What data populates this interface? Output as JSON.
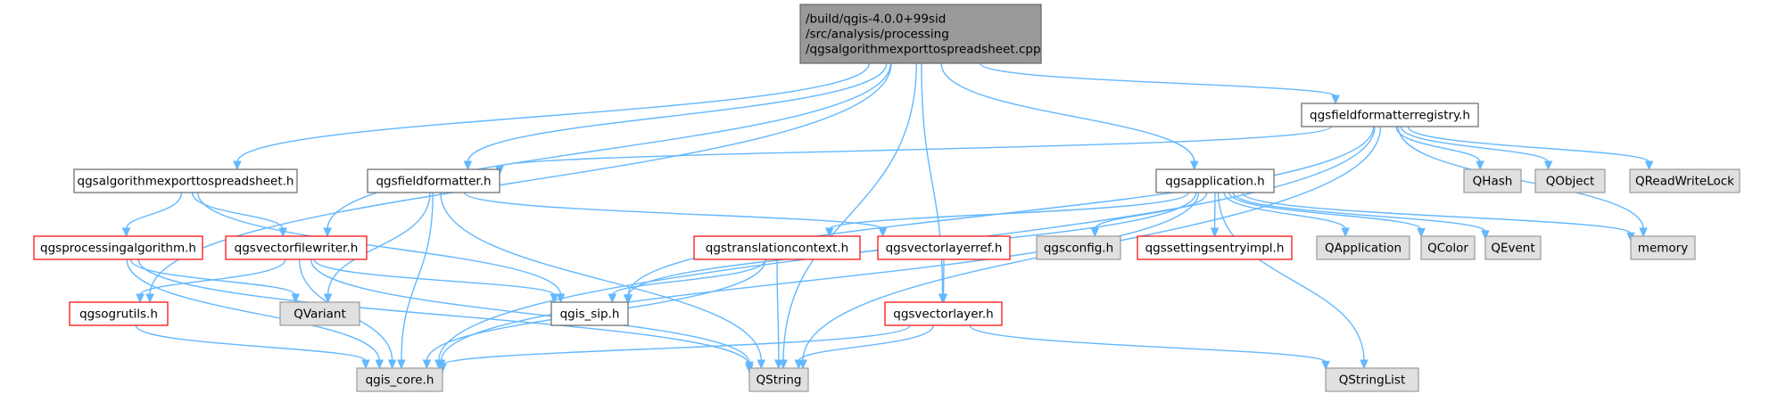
{
  "colors": {
    "edge": "#63b8ff",
    "root_fill": "#999999",
    "root_border": "#666666",
    "documented_border": "#666666",
    "missing_border": "#ff0000",
    "system_fill": "#e0e0e0",
    "system_border": "#999999"
  },
  "nodes": [
    {
      "id": "root",
      "lines": [
        "/build/qgis-4.0.0+99sid",
        "/src/analysis/processing",
        "/qgsalgorithmexporttospreadsheet.cpp"
      ],
      "style": "root"
    },
    {
      "id": "exporthdr",
      "lines": [
        "qgsalgorithmexporttospreadsheet.h"
      ],
      "style": "documented"
    },
    {
      "id": "fieldformatter",
      "lines": [
        "qgsfieldformatter.h"
      ],
      "style": "documented"
    },
    {
      "id": "fieldregistry",
      "lines": [
        "qgsfieldformatterregistry.h"
      ],
      "style": "documented"
    },
    {
      "id": "application",
      "lines": [
        "qgsapplication.h"
      ],
      "style": "documented"
    },
    {
      "id": "procalg",
      "lines": [
        "qgsprocessingalgorithm.h"
      ],
      "style": "missing"
    },
    {
      "id": "vfw",
      "lines": [
        "qgsvectorfilewriter.h"
      ],
      "style": "missing"
    },
    {
      "id": "transctx",
      "lines": [
        "qgstranslationcontext.h"
      ],
      "style": "missing"
    },
    {
      "id": "vlref",
      "lines": [
        "qgsvectorlayerref.h"
      ],
      "style": "missing"
    },
    {
      "id": "qgsconfig",
      "lines": [
        "qgsconfig.h"
      ],
      "style": "system"
    },
    {
      "id": "settingsentry",
      "lines": [
        "qgssettingsentryimpl.h"
      ],
      "style": "missing"
    },
    {
      "id": "qapplication",
      "lines": [
        "QApplication"
      ],
      "style": "system"
    },
    {
      "id": "qcolor",
      "lines": [
        "QColor"
      ],
      "style": "system"
    },
    {
      "id": "qevent",
      "lines": [
        "QEvent"
      ],
      "style": "system"
    },
    {
      "id": "memory",
      "lines": [
        "memory"
      ],
      "style": "system"
    },
    {
      "id": "qhash",
      "lines": [
        "QHash"
      ],
      "style": "system"
    },
    {
      "id": "qobject",
      "lines": [
        "QObject"
      ],
      "style": "system"
    },
    {
      "id": "qreadwritelock",
      "lines": [
        "QReadWriteLock"
      ],
      "style": "system"
    },
    {
      "id": "ogrutils",
      "lines": [
        "qgsogrutils.h"
      ],
      "style": "missing"
    },
    {
      "id": "qvariant",
      "lines": [
        "QVariant"
      ],
      "style": "system"
    },
    {
      "id": "qgissip",
      "lines": [
        "qgis_sip.h"
      ],
      "style": "documented"
    },
    {
      "id": "vectorlayer",
      "lines": [
        "qgsvectorlayer.h"
      ],
      "style": "missing"
    },
    {
      "id": "qgiscore",
      "lines": [
        "qgis_core.h"
      ],
      "style": "system"
    },
    {
      "id": "qstring",
      "lines": [
        "QString"
      ],
      "style": "system"
    },
    {
      "id": "qstringlist",
      "lines": [
        "QStringList"
      ],
      "style": "system"
    }
  ],
  "edges": [
    {
      "from": "root",
      "to": "exporthdr"
    },
    {
      "from": "root",
      "to": "fieldformatter"
    },
    {
      "from": "root",
      "to": "fieldregistry"
    },
    {
      "from": "root",
      "to": "application"
    },
    {
      "from": "root",
      "to": "vfw"
    },
    {
      "from": "root",
      "to": "ogrutils"
    },
    {
      "from": "root",
      "to": "vectorlayer"
    },
    {
      "from": "root",
      "to": "qstring"
    },
    {
      "from": "exporthdr",
      "to": "procalg"
    },
    {
      "from": "exporthdr",
      "to": "vfw"
    },
    {
      "from": "exporthdr",
      "to": "qgissip"
    },
    {
      "from": "fieldformatter",
      "to": "qgiscore"
    },
    {
      "from": "fieldformatter",
      "to": "vlref"
    },
    {
      "from": "fieldformatter",
      "to": "qvariant"
    },
    {
      "from": "fieldformatter",
      "to": "qstring"
    },
    {
      "from": "fieldregistry",
      "to": "fieldformatter"
    },
    {
      "from": "fieldregistry",
      "to": "qgiscore"
    },
    {
      "from": "fieldregistry",
      "to": "qgissip"
    },
    {
      "from": "fieldregistry",
      "to": "qhash"
    },
    {
      "from": "fieldregistry",
      "to": "qobject"
    },
    {
      "from": "fieldregistry",
      "to": "qreadwritelock"
    },
    {
      "from": "fieldregistry",
      "to": "memory"
    },
    {
      "from": "fieldregistry",
      "to": "qstring"
    },
    {
      "from": "application",
      "to": "transctx"
    },
    {
      "from": "application",
      "to": "qgsconfig"
    },
    {
      "from": "application",
      "to": "settingsentry"
    },
    {
      "from": "application",
      "to": "qapplication"
    },
    {
      "from": "application",
      "to": "qcolor"
    },
    {
      "from": "application",
      "to": "qevent"
    },
    {
      "from": "application",
      "to": "memory"
    },
    {
      "from": "application",
      "to": "qstringlist"
    },
    {
      "from": "application",
      "to": "qgissip"
    },
    {
      "from": "application",
      "to": "qgiscore"
    },
    {
      "from": "procalg",
      "to": "qvariant"
    },
    {
      "from": "procalg",
      "to": "qgiscore"
    },
    {
      "from": "procalg",
      "to": "qstring"
    },
    {
      "from": "vfw",
      "to": "ogrutils"
    },
    {
      "from": "vfw",
      "to": "qgissip"
    },
    {
      "from": "vfw",
      "to": "qgiscore"
    },
    {
      "from": "vfw",
      "to": "qstring"
    },
    {
      "from": "transctx",
      "to": "qgissip"
    },
    {
      "from": "transctx",
      "to": "qgiscore"
    },
    {
      "from": "transctx",
      "to": "qstring"
    },
    {
      "from": "vlref",
      "to": "vectorlayer"
    },
    {
      "from": "ogrutils",
      "to": "qgiscore"
    },
    {
      "from": "vectorlayer",
      "to": "qgiscore"
    },
    {
      "from": "vectorlayer",
      "to": "qstring"
    },
    {
      "from": "vectorlayer",
      "to": "qstringlist"
    }
  ]
}
